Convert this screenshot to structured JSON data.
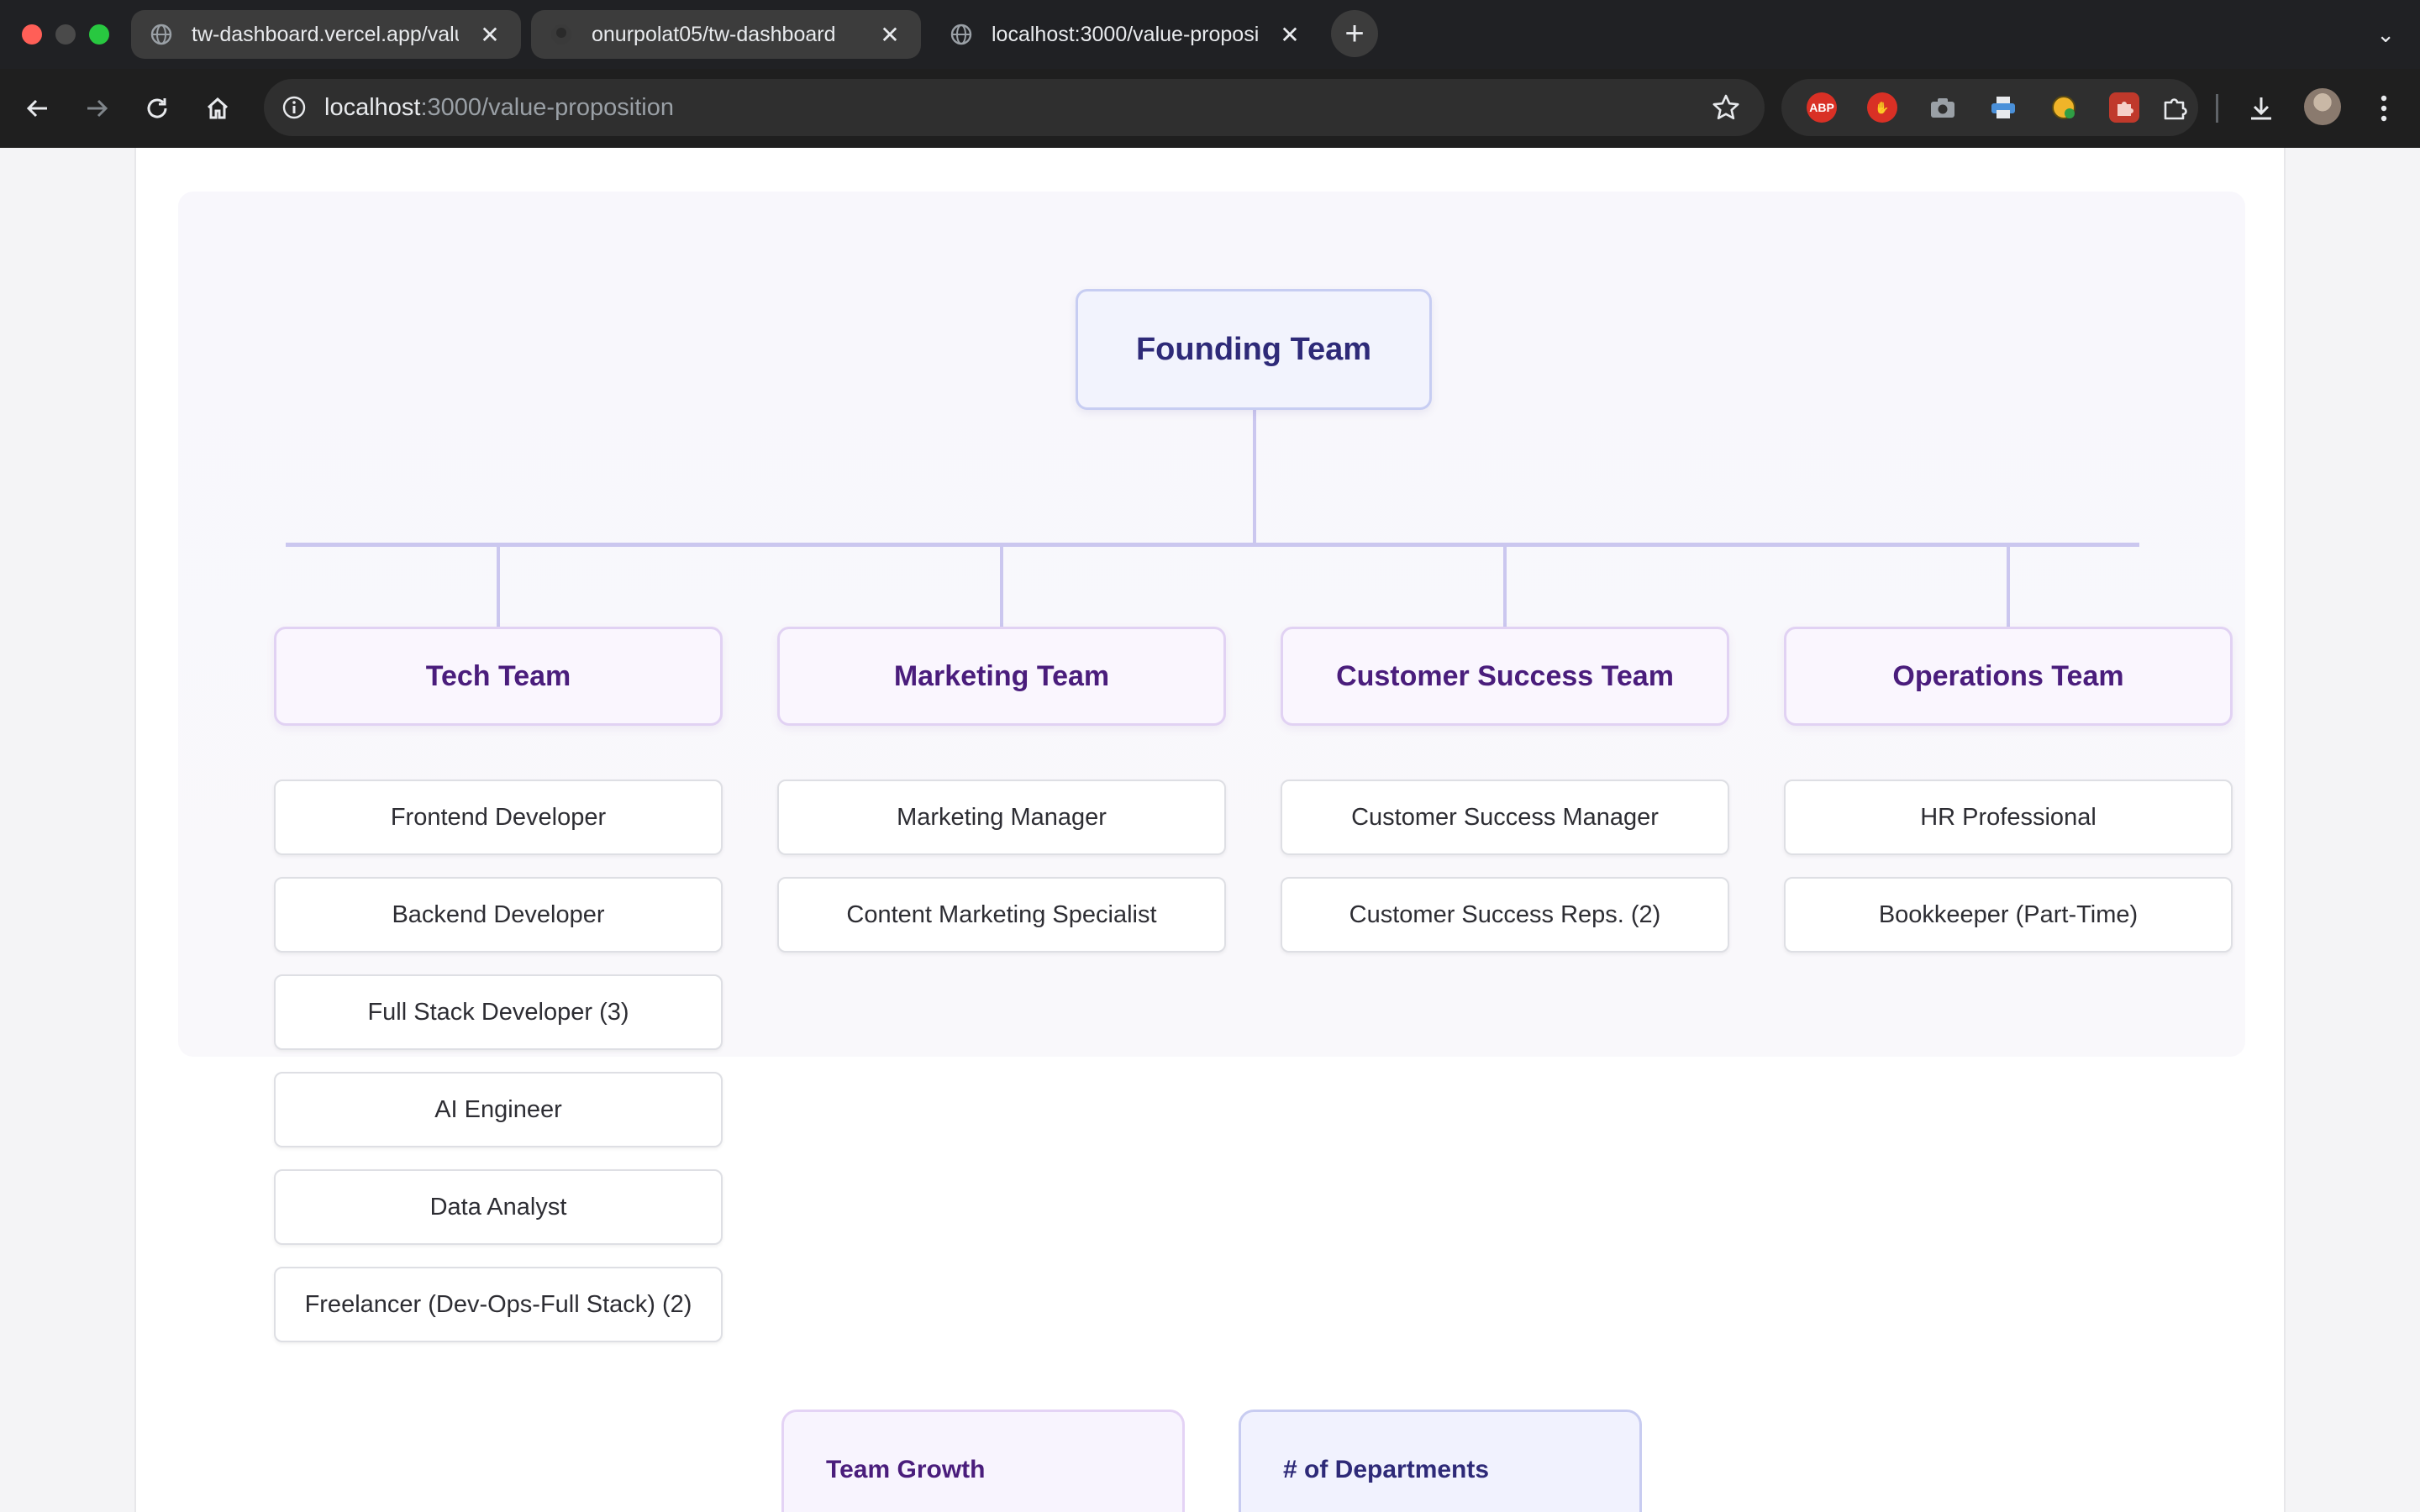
{
  "browser": {
    "tabs": [
      {
        "title": "tw-dashboard.vercel.app/valu",
        "icon": "globe-icon",
        "active": false
      },
      {
        "title": "onurpolat05/tw-dashboard",
        "icon": "github-icon",
        "active": false
      },
      {
        "title": "localhost:3000/value-proposi",
        "icon": "globe-icon",
        "active": true
      }
    ],
    "new_tab": "+",
    "address": {
      "host": "localhost",
      "path": ":3000/value-proposition"
    },
    "extensions": [
      "ABP",
      "hand-stop",
      "camera",
      "printer",
      "coin",
      "puzzle-red",
      "puzzle"
    ]
  },
  "org_chart": {
    "root": "Founding Team",
    "teams": [
      {
        "name": "Tech Team",
        "roles": [
          "Frontend Developer",
          "Backend Developer",
          "Full Stack Developer (3)",
          "AI Engineer",
          "Data Analyst",
          "Freelancer (Dev-Ops-Full Stack) (2)"
        ]
      },
      {
        "name": "Marketing Team",
        "roles": [
          "Marketing Manager",
          "Content Marketing Specialist"
        ]
      },
      {
        "name": "Customer Success Team",
        "roles": [
          "Customer Success Manager",
          "Customer Success Reps. (2)"
        ]
      },
      {
        "name": "Operations Team",
        "roles": [
          "HR Professional",
          "Bookkeeper (Part-Time)"
        ]
      }
    ]
  },
  "stats": {
    "team_growth": "Team Growth",
    "departments": "# of Departments"
  },
  "colors": {
    "root_text": "#2e2a78",
    "team_text": "#4a1d7c",
    "connector": "#cbc7ef"
  }
}
